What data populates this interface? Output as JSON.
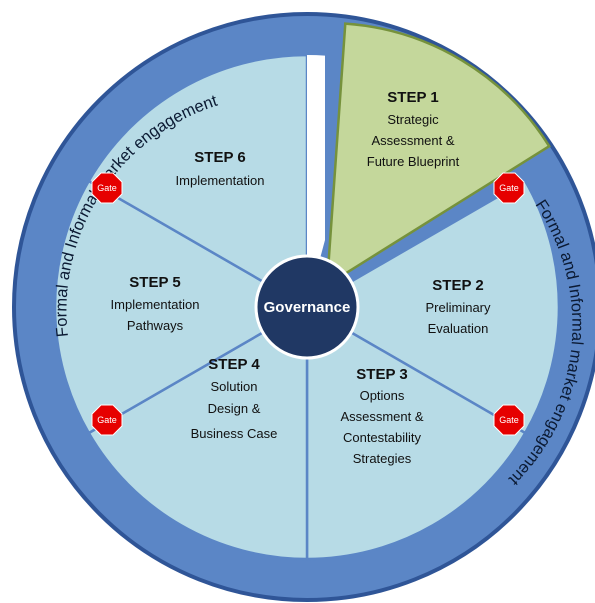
{
  "hub": {
    "label": "Governance"
  },
  "ring": {
    "left_text": "Formal and Informal market engagement",
    "right_text": "Formal and Informal market engagement"
  },
  "steps": [
    {
      "title": "STEP 1",
      "lines": [
        "Strategic",
        "Assessment &",
        "Future Blueprint"
      ],
      "highlighted": true
    },
    {
      "title": "STEP 2",
      "lines": [
        "Preliminary",
        "Evaluation"
      ]
    },
    {
      "title": "STEP 3",
      "lines": [
        "Options",
        "Assessment &",
        "Contestability",
        "Strategies"
      ]
    },
    {
      "title": "STEP 4",
      "lines": [
        "Solution",
        "Design &",
        "Business Case"
      ]
    },
    {
      "title": "STEP 5",
      "lines": [
        "Implementation",
        "Pathways"
      ]
    },
    {
      "title": "STEP 6",
      "lines": [
        "Implementation"
      ]
    }
  ],
  "gates": [
    "Gate",
    "Gate",
    "Gate",
    "Gate"
  ],
  "colors": {
    "ring_fill": "#5b86c6",
    "ring_stroke": "#2f5597",
    "segment_fill": "#b7dbe6",
    "segment_stroke": "#5b86c6",
    "highlight_fill": "#c4d79b",
    "highlight_stroke": "#76923c",
    "hub_fill": "#203864",
    "gate_fill": "#e60000"
  }
}
